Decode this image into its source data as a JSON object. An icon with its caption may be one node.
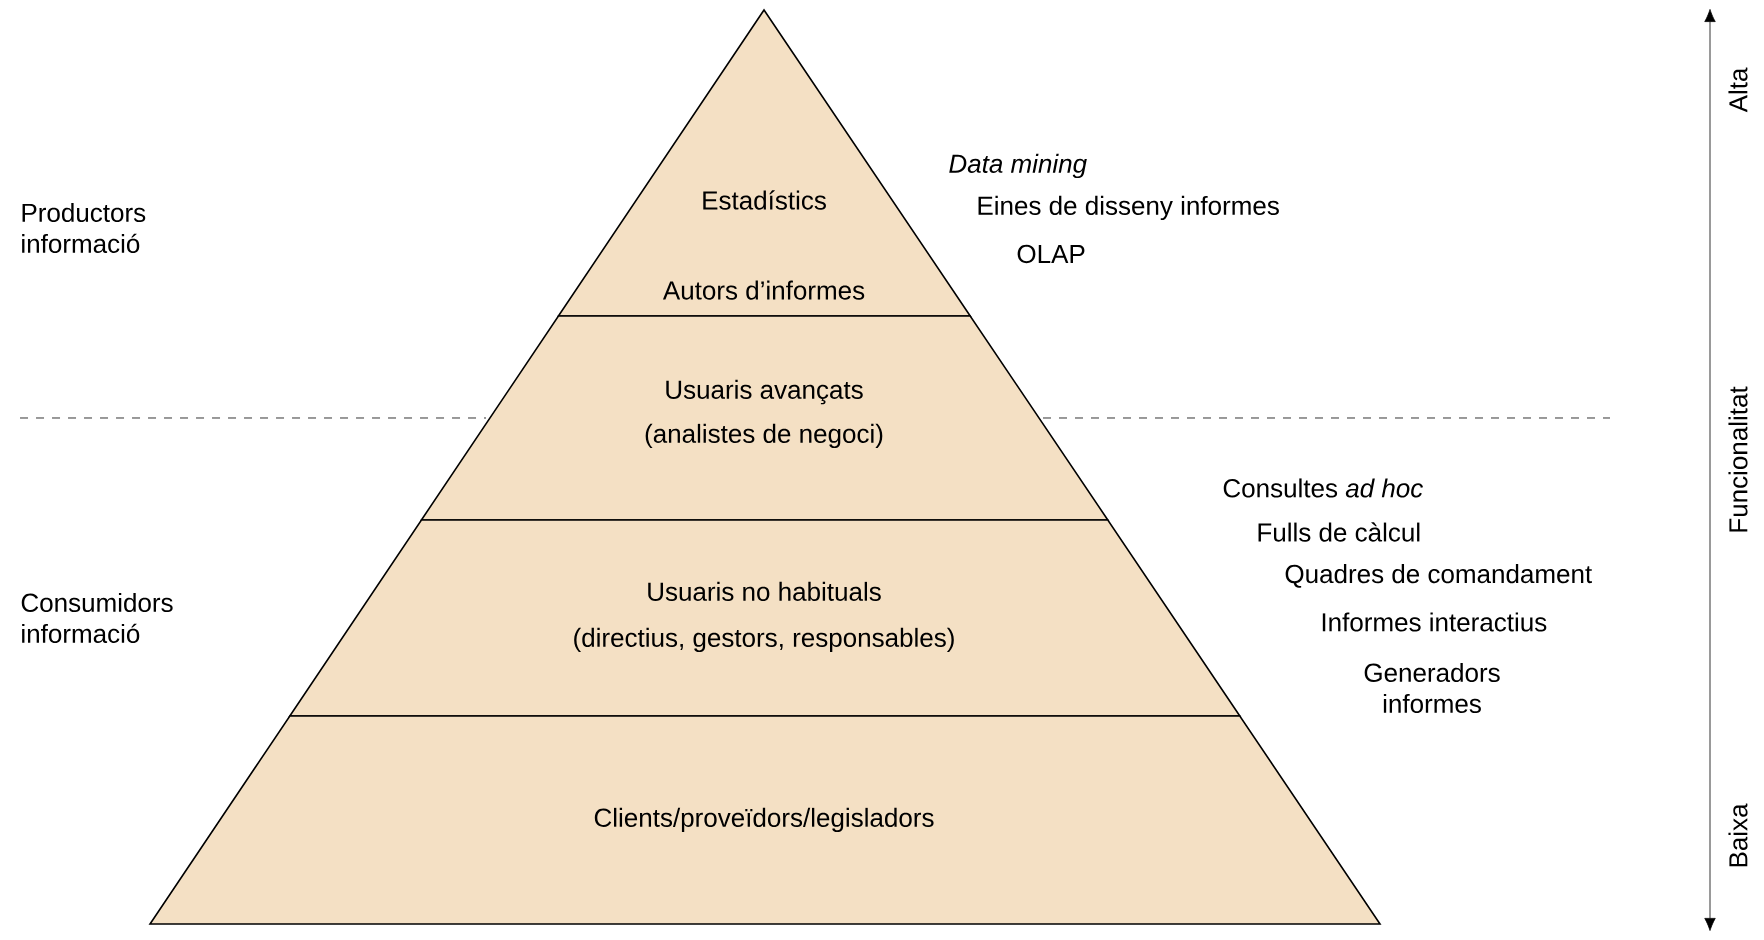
{
  "diagram": {
    "nodes": [
      {
        "text": [
          "Estadístics",
          "Autors d’informes"
        ]
      },
      {
        "text": [
          "Usuaris avançats",
          "(analistes de negoci)"
        ]
      },
      {
        "text": [
          "Usuaris no habituals",
          "(directius, gestors, responsables)"
        ]
      },
      {
        "text": [
          "Clients/proveïdors/legisladors"
        ]
      }
    ],
    "labels": [
      "Productors informació",
      "Data mining",
      "Eines de disseny informes",
      "OLAP",
      "Consumidors informació",
      "Consultes *ad hoc*",
      "Fulls de càlcul",
      "Quadres de comandament",
      "Informes interactius",
      "Generadors informes",
      "Alta",
      "Funcionalitat",
      "Baixa"
    ]
  }
}
